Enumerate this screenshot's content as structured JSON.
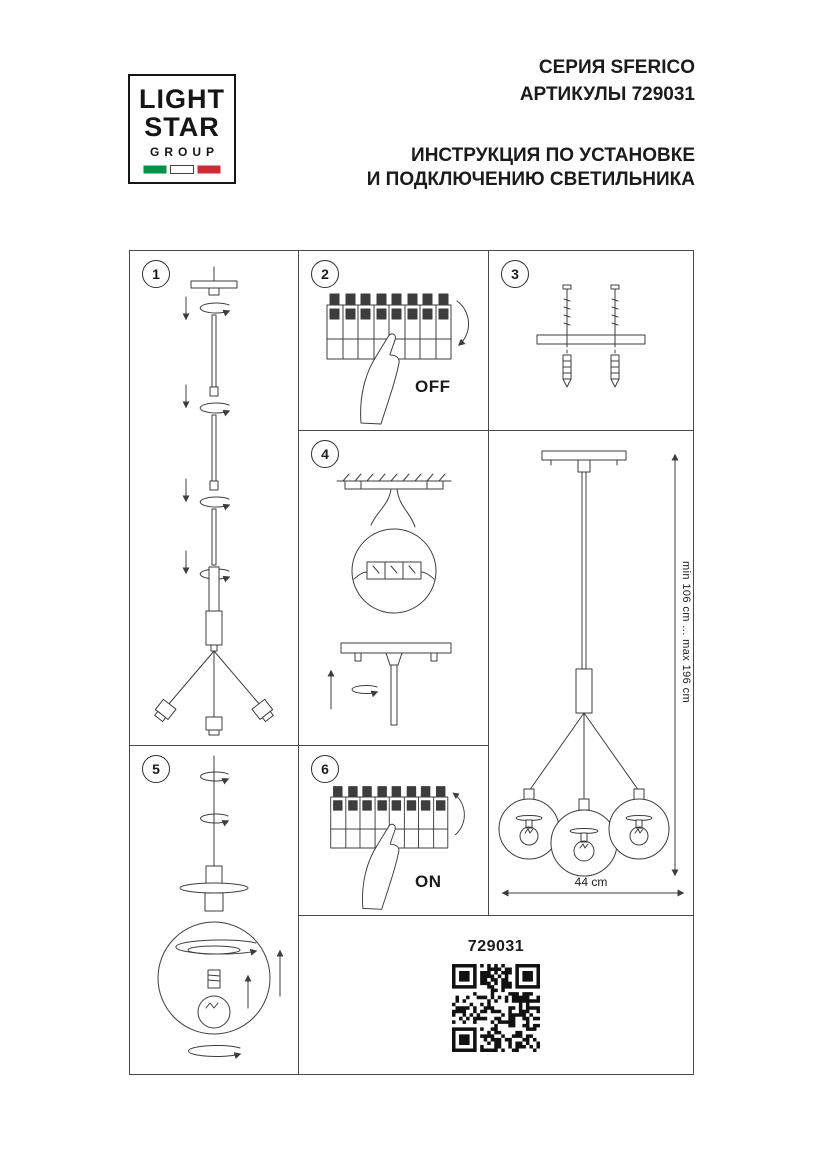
{
  "logo": {
    "line1": "LIGHT",
    "line2": "STAR",
    "line3": "GROUP"
  },
  "header": {
    "series": "СЕРИЯ SFERICO",
    "articles": "АРТИКУЛЫ 729031",
    "instruction_line1": "ИНСТРУКЦИЯ ПО УСТАНОВКЕ",
    "instruction_line2": "И ПОДКЛЮЧЕНИЮ СВЕТИЛЬНИКА"
  },
  "steps": {
    "step1": {
      "number": "1"
    },
    "step2": {
      "number": "2",
      "label": "OFF"
    },
    "step3": {
      "number": "3"
    },
    "step4": {
      "number": "4"
    },
    "step5": {
      "number": "5"
    },
    "step6": {
      "number": "6",
      "label": "ON"
    }
  },
  "dimensions": {
    "height_range": "min 106 cm ... max 196 cm",
    "width": "44 cm"
  },
  "footer": {
    "article": "729031"
  },
  "colors": {
    "line": "#3d3d3d",
    "flag_green": "#009246",
    "flag_white": "#ffffff",
    "flag_red": "#ce2b37"
  }
}
